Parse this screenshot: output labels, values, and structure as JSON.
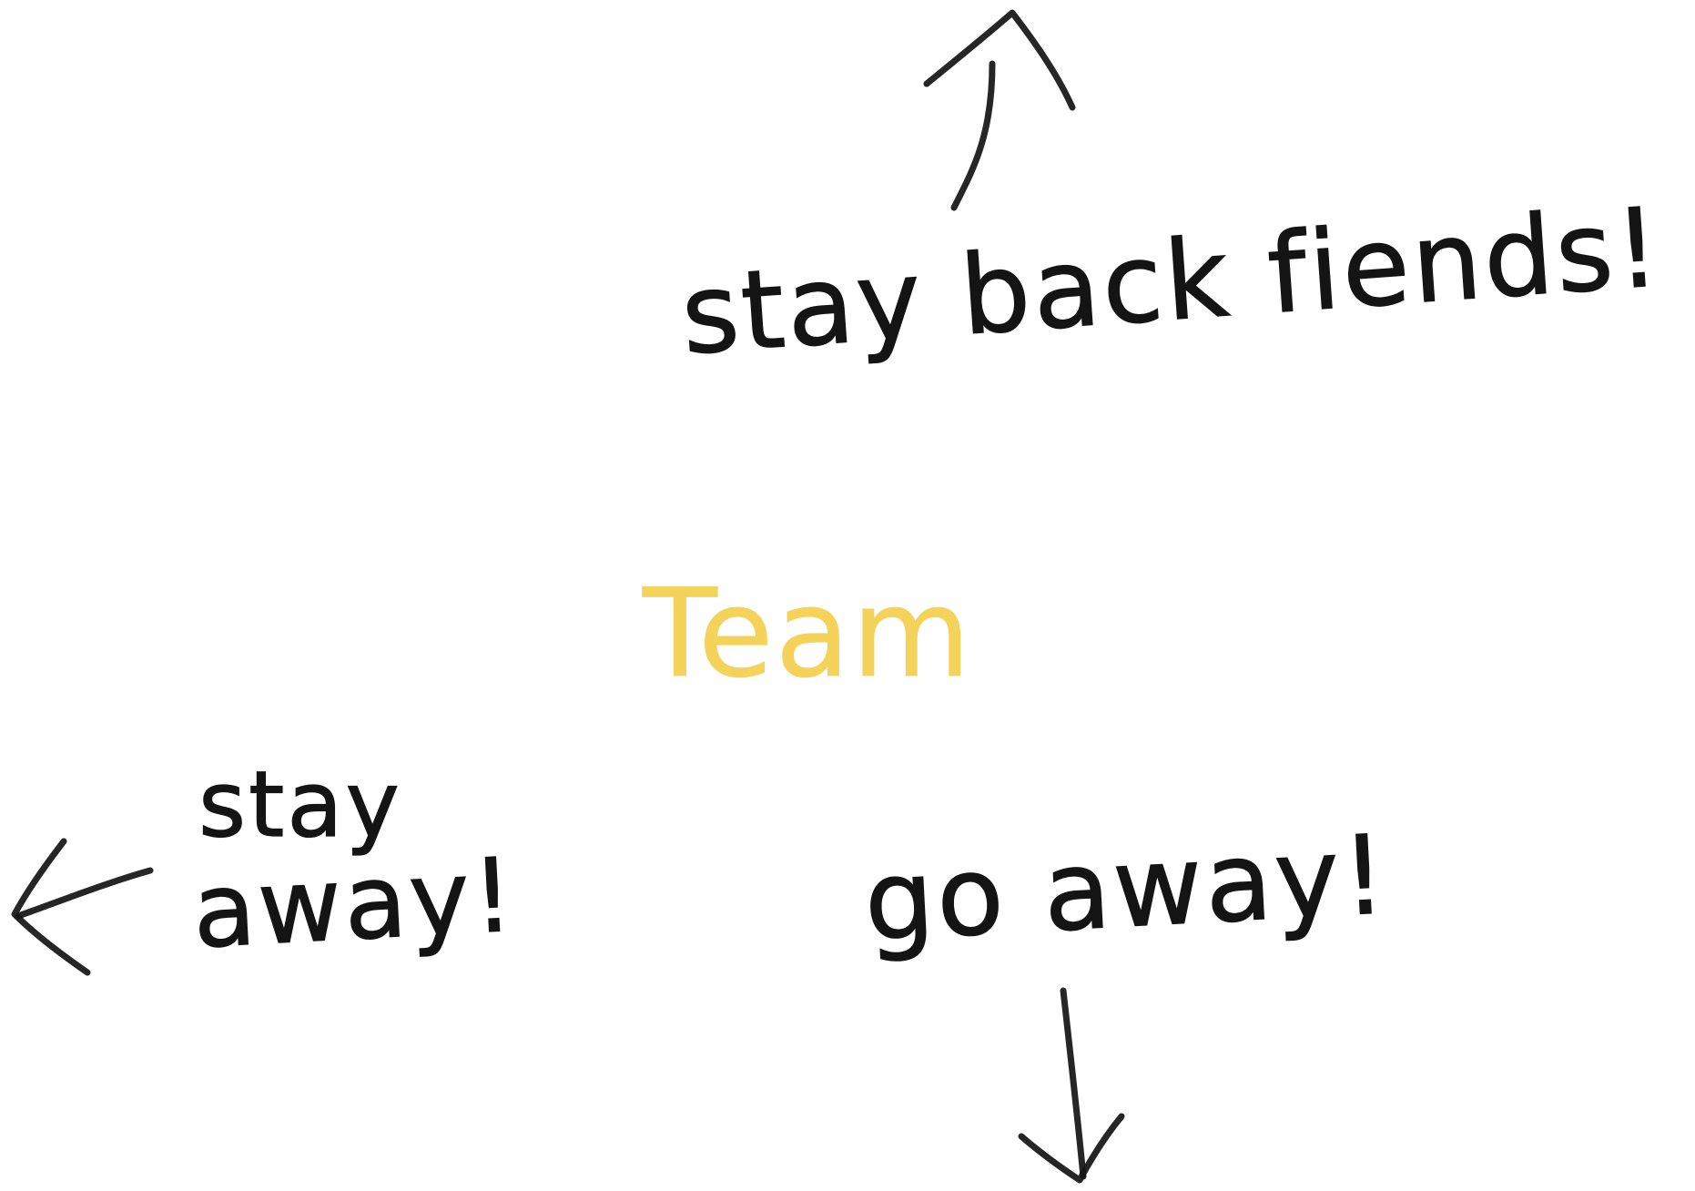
{
  "labels": {
    "top": "stay back fiends!",
    "center": "Team",
    "left_line1": "stay",
    "left_line2": "away!",
    "bottom": "go away!"
  },
  "arrows": {
    "up": "up-arrow-icon",
    "left": "left-arrow-icon",
    "down": "down-arrow-icon"
  },
  "colors": {
    "ink": "#141414",
    "center": "#F5D35A",
    "background": "#ffffff"
  }
}
